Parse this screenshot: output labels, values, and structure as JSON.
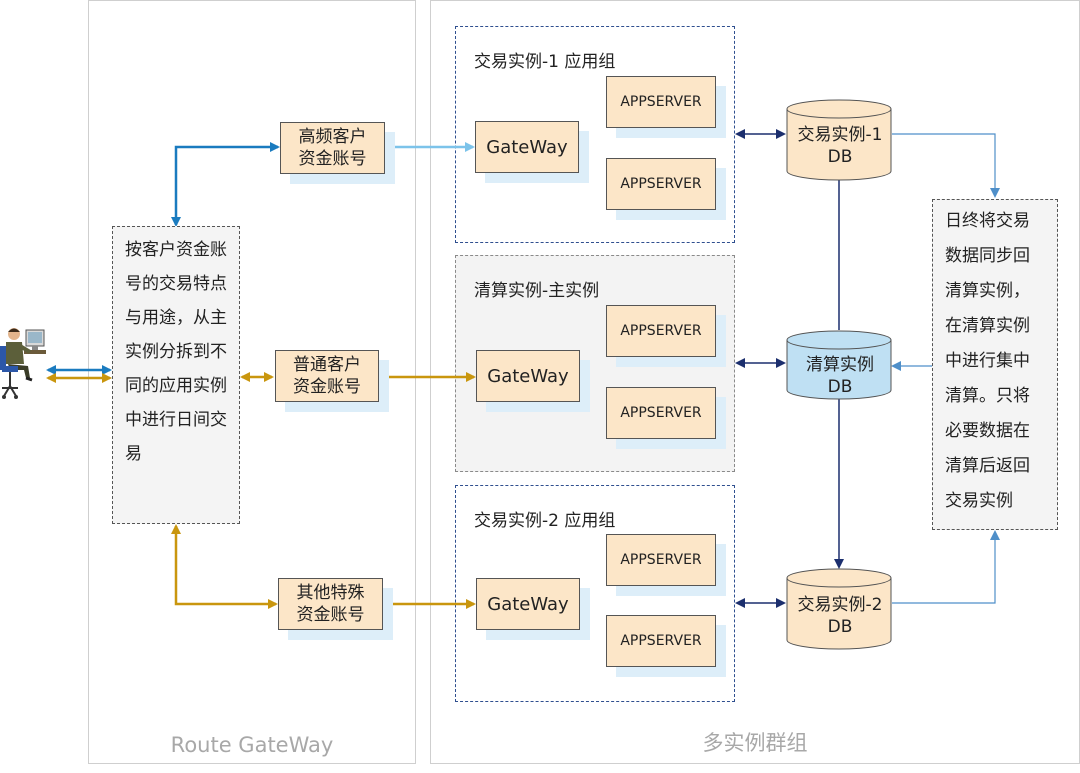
{
  "panels": {
    "route_label": "Route GateWay",
    "cluster_label": "多实例群组"
  },
  "router_note": "按客户资金账号的交易特点与用途，从主实例分拆到不同的应用实例中进行日间交易",
  "accounts": [
    {
      "label_line1": "高频客户",
      "label_line2": "资金账号"
    },
    {
      "label_line1": "普通客户",
      "label_line2": "资金账号"
    },
    {
      "label_line1": "其他特殊",
      "label_line2": "资金账号"
    }
  ],
  "groups": [
    {
      "title": "交易实例-1 应用组",
      "gateway": "GateWay",
      "app1": "APPSERVER",
      "app2": "APPSERVER"
    },
    {
      "title": "清算实例-主实例",
      "gateway": "GateWay",
      "app1": "APPSERVER",
      "app2": "APPSERVER"
    },
    {
      "title": "交易实例-2 应用组",
      "gateway": "GateWay",
      "app1": "APPSERVER",
      "app2": "APPSERVER"
    }
  ],
  "databases": [
    {
      "line1": "交易实例-1",
      "line2": "DB"
    },
    {
      "line1": "清算实例",
      "line2": "DB"
    },
    {
      "line1": "交易实例-2",
      "line2": "DB"
    }
  ],
  "sync_note": "日终将交易数据同步回清算实例，在清算实例中进行集中清算。只将必要数据在清算后返回交易实例",
  "colors": {
    "blue": "#1a7bbf",
    "light_blue": "#7cc3ea",
    "gold": "#c9960e",
    "navy": "#1c2f6e",
    "box_fill": "#fce6c8",
    "db_blue": "#bfe0f3"
  }
}
